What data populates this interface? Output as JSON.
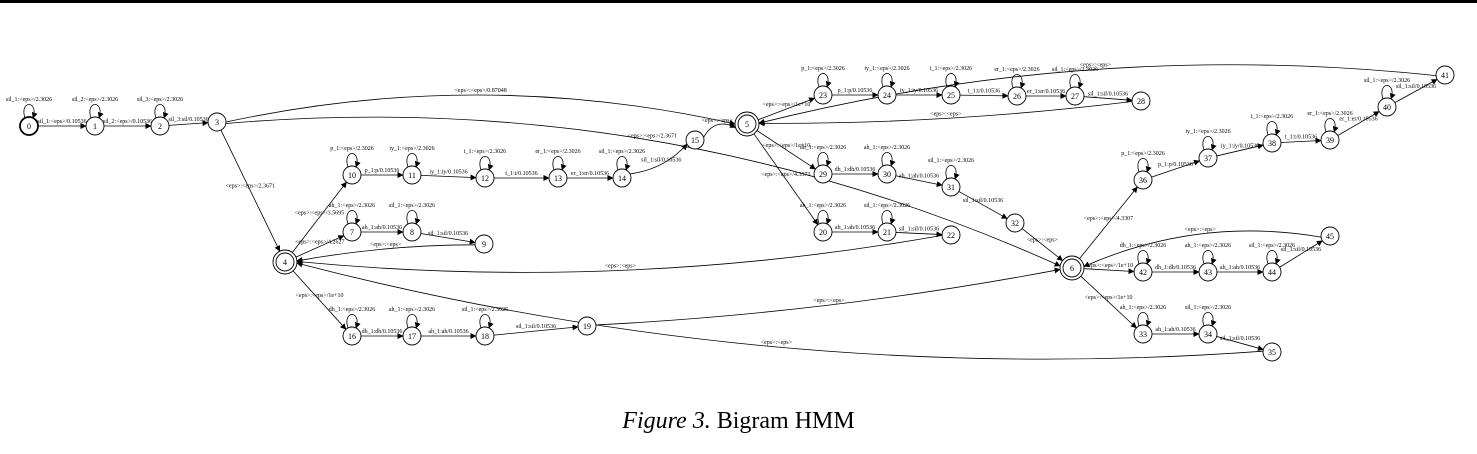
{
  "caption": {
    "figure": "Figure 3.",
    "title": "Bigram HMM"
  },
  "states": [
    {
      "id": "0",
      "label": "0",
      "initial": true,
      "final": false
    },
    {
      "id": "1",
      "label": "1",
      "initial": false,
      "final": false
    },
    {
      "id": "2",
      "label": "2",
      "initial": false,
      "final": false
    },
    {
      "id": "3",
      "label": "3",
      "initial": false,
      "final": false
    },
    {
      "id": "4",
      "label": "4",
      "initial": false,
      "final": true
    },
    {
      "id": "5",
      "label": "5",
      "initial": false,
      "final": true
    },
    {
      "id": "6",
      "label": "6",
      "initial": false,
      "final": true
    },
    {
      "id": "7",
      "label": "7",
      "initial": false,
      "final": false
    },
    {
      "id": "8",
      "label": "8",
      "initial": false,
      "final": false
    },
    {
      "id": "9",
      "label": "9",
      "initial": false,
      "final": false
    },
    {
      "id": "10",
      "label": "10",
      "initial": false,
      "final": false
    },
    {
      "id": "11",
      "label": "11",
      "initial": false,
      "final": false
    },
    {
      "id": "12",
      "label": "12",
      "initial": false,
      "final": false
    },
    {
      "id": "13",
      "label": "13",
      "initial": false,
      "final": false
    },
    {
      "id": "14",
      "label": "14",
      "initial": false,
      "final": false
    },
    {
      "id": "15",
      "label": "15",
      "initial": false,
      "final": false
    },
    {
      "id": "16",
      "label": "16",
      "initial": false,
      "final": false
    },
    {
      "id": "17",
      "label": "17",
      "initial": false,
      "final": false
    },
    {
      "id": "18",
      "label": "18",
      "initial": false,
      "final": false
    },
    {
      "id": "19",
      "label": "19",
      "initial": false,
      "final": false
    },
    {
      "id": "20",
      "label": "20",
      "initial": false,
      "final": false
    },
    {
      "id": "21",
      "label": "21",
      "initial": false,
      "final": false
    },
    {
      "id": "22",
      "label": "22",
      "initial": false,
      "final": false
    },
    {
      "id": "23",
      "label": "23",
      "initial": false,
      "final": false
    },
    {
      "id": "24",
      "label": "24",
      "initial": false,
      "final": false
    },
    {
      "id": "25",
      "label": "25",
      "initial": false,
      "final": false
    },
    {
      "id": "26",
      "label": "26",
      "initial": false,
      "final": false
    },
    {
      "id": "27",
      "label": "27",
      "initial": false,
      "final": false
    },
    {
      "id": "28",
      "label": "28",
      "initial": false,
      "final": false
    },
    {
      "id": "29",
      "label": "29",
      "initial": false,
      "final": false
    },
    {
      "id": "30",
      "label": "30",
      "initial": false,
      "final": false
    },
    {
      "id": "31",
      "label": "31",
      "initial": false,
      "final": false
    },
    {
      "id": "32",
      "label": "32",
      "initial": false,
      "final": false
    },
    {
      "id": "33",
      "label": "33",
      "initial": false,
      "final": false
    },
    {
      "id": "34",
      "label": "34",
      "initial": false,
      "final": false
    },
    {
      "id": "35",
      "label": "35",
      "initial": false,
      "final": false
    },
    {
      "id": "36",
      "label": "36",
      "initial": false,
      "final": false
    },
    {
      "id": "37",
      "label": "37",
      "initial": false,
      "final": false
    },
    {
      "id": "38",
      "label": "38",
      "initial": false,
      "final": false
    },
    {
      "id": "39",
      "label": "39",
      "initial": false,
      "final": false
    },
    {
      "id": "40",
      "label": "40",
      "initial": false,
      "final": false
    },
    {
      "id": "41",
      "label": "41",
      "initial": false,
      "final": false
    },
    {
      "id": "42",
      "label": "42",
      "initial": false,
      "final": false
    },
    {
      "id": "43",
      "label": "43",
      "initial": false,
      "final": false
    },
    {
      "id": "44",
      "label": "44",
      "initial": false,
      "final": false
    },
    {
      "id": "45",
      "label": "45",
      "initial": false,
      "final": false
    }
  ],
  "arcs": [
    {
      "from": "0",
      "to": "0",
      "label": "sil_1:<eps>/2.3026"
    },
    {
      "from": "0",
      "to": "1",
      "label": "sil_1:<eps>/0.10536"
    },
    {
      "from": "1",
      "to": "1",
      "label": "sil_2:<eps>/2.3026"
    },
    {
      "from": "1",
      "to": "2",
      "label": "sil_2:<eps>/0.10536"
    },
    {
      "from": "2",
      "to": "2",
      "label": "sil_3:<eps>/2.3026"
    },
    {
      "from": "2",
      "to": "3",
      "label": "sil_3:sil/0.10536"
    },
    {
      "from": "3",
      "to": "5",
      "label": "<eps>:<eps>/0.87048"
    },
    {
      "from": "3",
      "to": "4",
      "label": "<eps>:<eps>/2.3671"
    },
    {
      "from": "3",
      "to": "6",
      "label": "<eps>:<eps>/2.3671"
    },
    {
      "from": "4",
      "to": "10",
      "label": "<eps>:<eps>/3.5695"
    },
    {
      "from": "4",
      "to": "7",
      "label": "<eps>:<eps>/4.2627"
    },
    {
      "from": "4",
      "to": "16",
      "label": "<eps>:<eps>/1e+10"
    },
    {
      "from": "10",
      "to": "10",
      "label": "p_1:<eps>/2.3026"
    },
    {
      "from": "10",
      "to": "11",
      "label": "p_1:p/0.10536"
    },
    {
      "from": "11",
      "to": "11",
      "label": "iy_1:<eps>/2.3026"
    },
    {
      "from": "11",
      "to": "12",
      "label": "iy_1:iy/0.10536"
    },
    {
      "from": "12",
      "to": "12",
      "label": "t_1:<eps>/2.3026"
    },
    {
      "from": "12",
      "to": "13",
      "label": "t_1:t/0.10536"
    },
    {
      "from": "13",
      "to": "13",
      "label": "er_1:<eps>/2.3026"
    },
    {
      "from": "13",
      "to": "14",
      "label": "er_1:er/0.10536"
    },
    {
      "from": "14",
      "to": "14",
      "label": "sil_1:<eps>/2.3026"
    },
    {
      "from": "14",
      "to": "15",
      "label": "sil_1:sil/0.10536"
    },
    {
      "from": "15",
      "to": "5",
      "label": "<eps>:<eps>"
    },
    {
      "from": "7",
      "to": "7",
      "label": "ah_1:<eps>/2.3026"
    },
    {
      "from": "7",
      "to": "8",
      "label": "ah_1:ah/0.10536"
    },
    {
      "from": "8",
      "to": "8",
      "label": "sil_1:<eps>/2.3026"
    },
    {
      "from": "8",
      "to": "9",
      "label": "sil_1:sil/0.10536"
    },
    {
      "from": "9",
      "to": "4",
      "label": "<eps>:<eps>"
    },
    {
      "from": "16",
      "to": "16",
      "label": "dh_1:<eps>/2.3026"
    },
    {
      "from": "16",
      "to": "17",
      "label": "dh_1:dh/0.10536"
    },
    {
      "from": "17",
      "to": "17",
      "label": "ah_1:<eps>/2.3026"
    },
    {
      "from": "17",
      "to": "18",
      "label": "ah_1:ah/0.10536"
    },
    {
      "from": "18",
      "to": "18",
      "label": "sil_1:<eps>/2.3026"
    },
    {
      "from": "18",
      "to": "19",
      "label": "sil_1:sil/0.10536"
    },
    {
      "from": "19",
      "to": "6",
      "label": "<eps>:<eps>"
    },
    {
      "from": "35",
      "to": "4",
      "label": "<eps>:<eps>"
    },
    {
      "from": "22",
      "to": "4",
      "label": "<eps>:<eps>"
    },
    {
      "from": "5",
      "to": "23",
      "label": "<eps>:<eps>/1e+10"
    },
    {
      "from": "5",
      "to": "29",
      "label": "<eps>:<eps>/1e+10"
    },
    {
      "from": "5",
      "to": "20",
      "label": "<eps>:<eps>/4.3373"
    },
    {
      "from": "23",
      "to": "23",
      "label": "p_1:<eps>/2.3026"
    },
    {
      "from": "23",
      "to": "24",
      "label": "p_1:p/0.10536"
    },
    {
      "from": "24",
      "to": "24",
      "label": "iy_1:<eps>/2.3026"
    },
    {
      "from": "24",
      "to": "25",
      "label": "iy_1:iy/0.10536"
    },
    {
      "from": "25",
      "to": "25",
      "label": "t_1:<eps>/2.3026"
    },
    {
      "from": "25",
      "to": "26",
      "label": "t_1:t/0.10536"
    },
    {
      "from": "26",
      "to": "26",
      "label": "er_1:<eps>/2.3026"
    },
    {
      "from": "26",
      "to": "27",
      "label": "er_1:er/0.10536"
    },
    {
      "from": "27",
      "to": "27",
      "label": "sil_1:<eps>/2.3026"
    },
    {
      "from": "27",
      "to": "28",
      "label": "sil_1:sil/0.10536"
    },
    {
      "from": "28",
      "to": "5",
      "label": "<eps>:<eps>"
    },
    {
      "from": "29",
      "to": "29",
      "label": "dh_1:<eps>/2.3026"
    },
    {
      "from": "29",
      "to": "30",
      "label": "dh_1:dh/0.10536"
    },
    {
      "from": "30",
      "to": "30",
      "label": "ah_1:<eps>/2.3026"
    },
    {
      "from": "30",
      "to": "31",
      "label": "ah_1:ah/0.10536"
    },
    {
      "from": "31",
      "to": "31",
      "label": "sil_1:<eps>/2.3026"
    },
    {
      "from": "31",
      "to": "32",
      "label": "sil_1:sil/0.10536"
    },
    {
      "from": "32",
      "to": "6",
      "label": "<eps>:<eps>"
    },
    {
      "from": "20",
      "to": "20",
      "label": "ah_1:<eps>/2.3026"
    },
    {
      "from": "20",
      "to": "21",
      "label": "ah_1:ah/0.10536"
    },
    {
      "from": "21",
      "to": "21",
      "label": "sil_1:<eps>/2.3026"
    },
    {
      "from": "21",
      "to": "22",
      "label": "sil_1:sil/0.10536"
    },
    {
      "from": "41",
      "to": "5",
      "label": "<eps>:<eps>"
    },
    {
      "from": "6",
      "to": "36",
      "label": "<eps>:<eps>/4.3307"
    },
    {
      "from": "6",
      "to": "42",
      "label": "<eps>:<eps>/1e+10"
    },
    {
      "from": "6",
      "to": "33",
      "label": "<eps>:<eps>/1e+10"
    },
    {
      "from": "36",
      "to": "36",
      "label": "p_1:<eps>/2.3026"
    },
    {
      "from": "36",
      "to": "37",
      "label": "p_1:p/0.10536"
    },
    {
      "from": "37",
      "to": "37",
      "label": "iy_1:<eps>/2.3026"
    },
    {
      "from": "37",
      "to": "38",
      "label": "iy_1:iy/0.10536"
    },
    {
      "from": "38",
      "to": "38",
      "label": "t_1:<eps>/2.3026"
    },
    {
      "from": "38",
      "to": "39",
      "label": "t_1:t/0.10536"
    },
    {
      "from": "39",
      "to": "39",
      "label": "er_1:<eps>/2.3026"
    },
    {
      "from": "39",
      "to": "40",
      "label": "er_1:er/0.10536"
    },
    {
      "from": "40",
      "to": "40",
      "label": "sil_1:<eps>/2.3026"
    },
    {
      "from": "40",
      "to": "41",
      "label": "sil_1:sil/0.10536"
    },
    {
      "from": "42",
      "to": "42",
      "label": "dh_1:<eps>/2.3026"
    },
    {
      "from": "42",
      "to": "43",
      "label": "dh_1:dh/0.10536"
    },
    {
      "from": "43",
      "to": "43",
      "label": "ah_1:<eps>/2.3026"
    },
    {
      "from": "43",
      "to": "44",
      "label": "ah_1:ah/0.10536"
    },
    {
      "from": "44",
      "to": "44",
      "label": "sil_1:<eps>/2.3026"
    },
    {
      "from": "44",
      "to": "45",
      "label": "sil_1:sil/0.10536"
    },
    {
      "from": "45",
      "to": "6",
      "label": "<eps>:<eps>"
    },
    {
      "from": "33",
      "to": "33",
      "label": "ah_1:<eps>/2.3026"
    },
    {
      "from": "33",
      "to": "34",
      "label": "ah_1:ah/0.10536"
    },
    {
      "from": "34",
      "to": "34",
      "label": "sil_1:<eps>/2.3026"
    },
    {
      "from": "34",
      "to": "35",
      "label": "sil_1:sil/0.10536"
    }
  ]
}
